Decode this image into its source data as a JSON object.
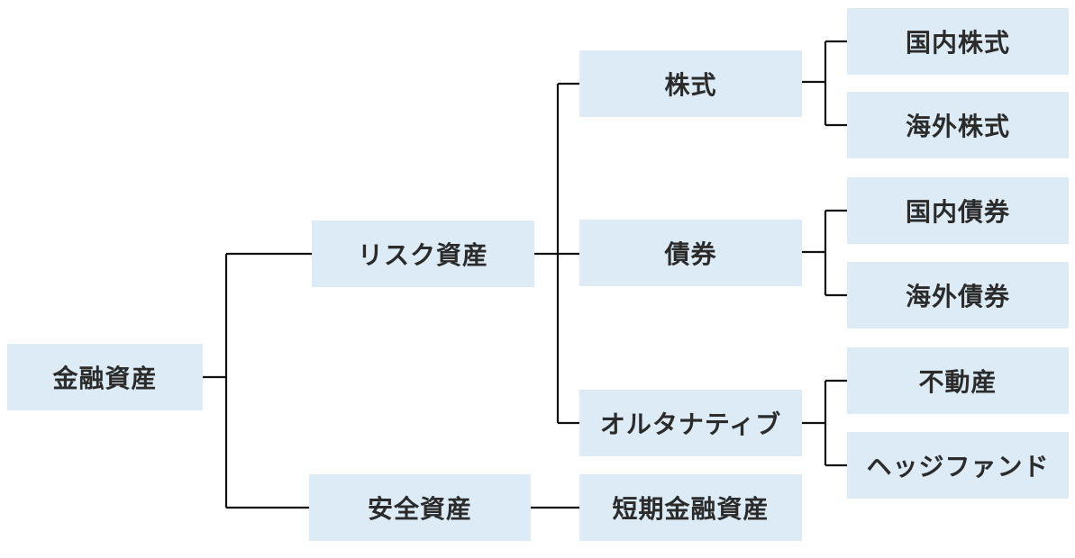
{
  "diagram": {
    "root": "金融資産",
    "risk_assets": "リスク資産",
    "safe_assets": "安全資産",
    "stocks": "株式",
    "bonds": "債券",
    "alternative": "オルタナティブ",
    "short_term": "短期金融資産",
    "domestic_stocks": "国内株式",
    "foreign_stocks": "海外株式",
    "domestic_bonds": "国内債券",
    "foreign_bonds": "海外債券",
    "real_estate": "不動産",
    "hedge_fund": "ヘッジファンド"
  },
  "colors": {
    "node_fill": "#dcebf5",
    "line": "#111111",
    "text": "#2b2b2b"
  }
}
